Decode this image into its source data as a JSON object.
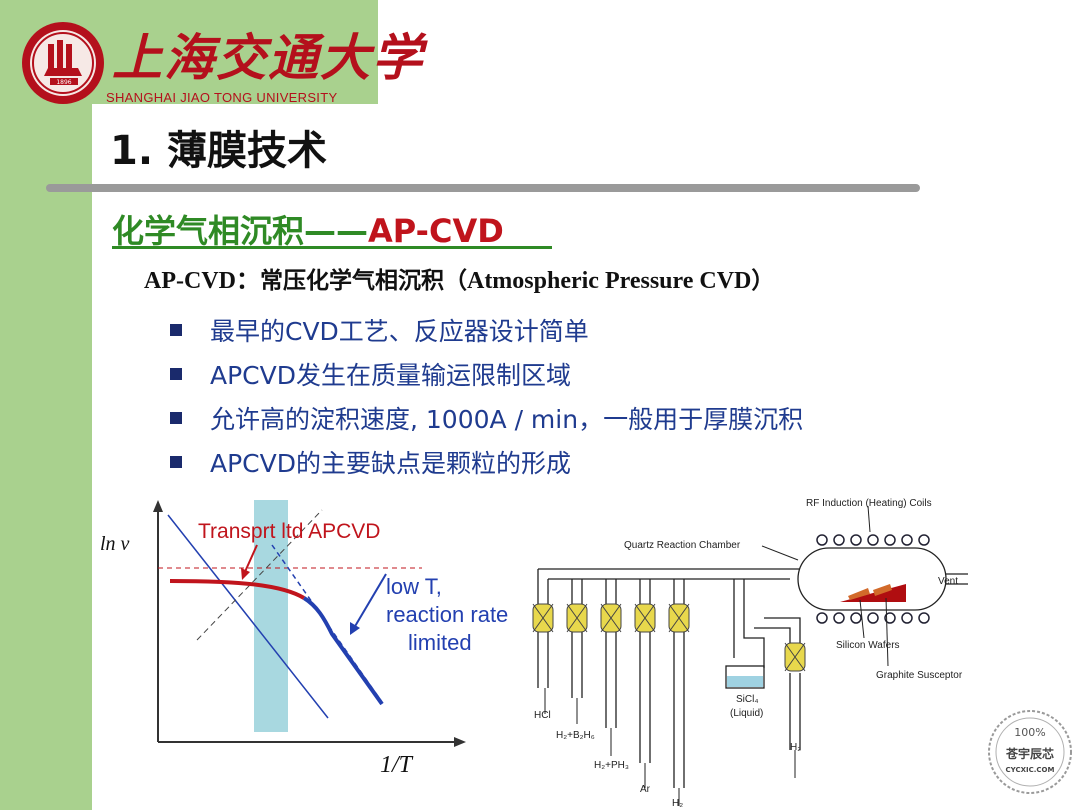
{
  "header": {
    "university_cn": "上海交通大学",
    "university_en": "SHANGHAI JIAO TONG UNIVERSITY",
    "seal_year": "1896"
  },
  "title": "1. 薄膜技术",
  "subtitle": {
    "green_part": "化学气相沉积——",
    "red_part": "AP-CVD"
  },
  "definition": {
    "term": "AP-CVD：",
    "cn": "常压化学气相沉积（",
    "en": "Atmospheric Pressure CVD",
    "close": "）"
  },
  "bullets": [
    "最早的CVD工艺、反应器设计简单",
    "APCVD发生在质量输运限制区域",
    "允许高的淀积速度, 1000A / min，一般用于厚膜沉积",
    "APCVD的主要缺点是颗粒的形成"
  ],
  "graph": {
    "ylabel": "ln v",
    "xlabel": "1/T",
    "transport_label": "Transprt ltd APCVD",
    "rate_label_1": "low T,",
    "rate_label_2": "reaction rate",
    "rate_label_3": "limited",
    "colors": {
      "red": "#c0141c",
      "blue": "#2340b0",
      "band": "#a8d8e0"
    }
  },
  "reactor": {
    "coils_label": "RF Induction (Heating) Coils",
    "chamber_label": "Quartz Reaction Chamber",
    "vent_label": "Vent",
    "wafers_label": "Silicon Wafers",
    "susceptor_label": "Graphite Susceptor",
    "gas_hcl": "HCl",
    "gas_b2h6": "H₂+B₂H₆",
    "gas_ph3": "H₂+PH₃",
    "gas_ar": "Ar",
    "gas_h2_bottom": "H₂",
    "gas_sicl4": "SiCl₄",
    "liquid": "(Liquid)",
    "gas_h2_right": "H₂"
  },
  "stamp": {
    "top": "100%",
    "cn": "苍宇辰芯",
    "url": "CYCXIC.COM"
  }
}
